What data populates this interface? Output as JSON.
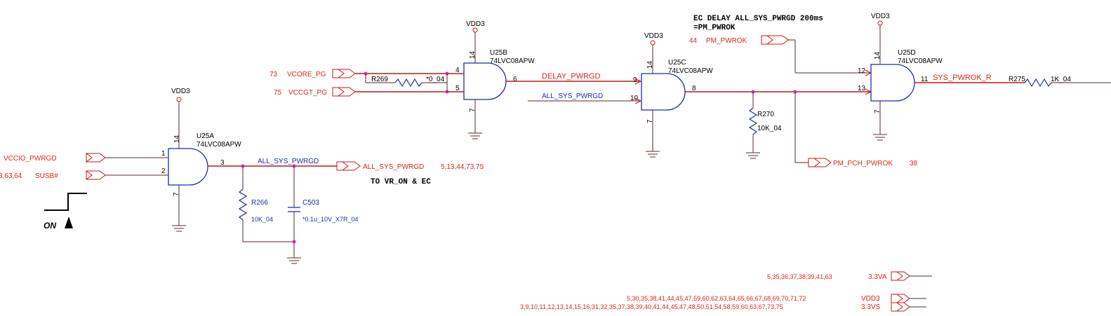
{
  "annotations": {
    "ec_delay": "EC DELAY ALL_SYS_PWRGD 200ms",
    "ec_delay_2": "=PM_PWROK",
    "to_vr": "TO VR_ON & EC",
    "on_label": "ON"
  },
  "power": {
    "vdd3": "VDD3"
  },
  "gates": [
    {
      "ref": "U25A",
      "part": "74LVC08APW",
      "pins": [
        "1",
        "2",
        "3",
        "14",
        "7"
      ]
    },
    {
      "ref": "U25B",
      "part": "74LVC08APW",
      "pins": [
        "4",
        "5",
        "6",
        "14",
        "7"
      ]
    },
    {
      "ref": "U25C",
      "part": "74LVC08APW",
      "pins": [
        "9",
        "10",
        "8",
        "14",
        "7"
      ]
    },
    {
      "ref": "U25D",
      "part": "74LVC08APW",
      "pins": [
        "12",
        "13",
        "11",
        "14",
        "7"
      ]
    }
  ],
  "ports": {
    "vccio_pwrgd": {
      "label": "VCCIO_PWRGD",
      "page": ""
    },
    "susb": {
      "label": "SUSB#",
      "page": "3,63,64"
    },
    "vcore_pg": {
      "label": "VCORE_PG",
      "page": "73"
    },
    "vccgt_pg": {
      "label": "VCCGT_PG",
      "page": "75"
    },
    "all_sys_pwrgd_out": {
      "label": "ALL_SYS_PWRGD",
      "page": "5,13,44,73,75"
    },
    "pm_pwrok": {
      "label": "PM_PWROK",
      "page": "44"
    },
    "pm_pch_pwrok": {
      "label": "PM_PCH_PWROK",
      "page": "38"
    },
    "v33a": {
      "label": "3.3VA",
      "page": "5,35,36,37,38,39,41,63"
    },
    "vdd3": {
      "label": "VDD3",
      "page": "5,30,35,38,41,44,45,47,59,60,62,63,64,65,66,67,68,69,70,71,72"
    },
    "v33s": {
      "label": "3.3VS",
      "page": "3,9,10,11,12,13,14,15,16,31,32,35,37,38,39,40,41,44,45,47,48,50,51,54,58,59,60,63,67,73,75"
    }
  },
  "nets": {
    "all_sys_pwrgd": "ALL_SYS_PWRGD",
    "delay_pwrgd": "DELAY_PWRGD",
    "all_sys_pwrgd_2": "ALL_SYS_PWRGD",
    "sys_pwrok_r": "SYS_PWROK_R"
  },
  "components": {
    "r266": {
      "ref": "R266",
      "value": "10K_04"
    },
    "c503": {
      "ref": "C503",
      "value": "*0.1u_10V_X7R_04"
    },
    "r269": {
      "ref": "R269",
      "value": "*0_04"
    },
    "r270": {
      "ref": "R270",
      "value": "10K_04"
    },
    "r275": {
      "ref": "R275",
      "value": "1K_04"
    }
  }
}
